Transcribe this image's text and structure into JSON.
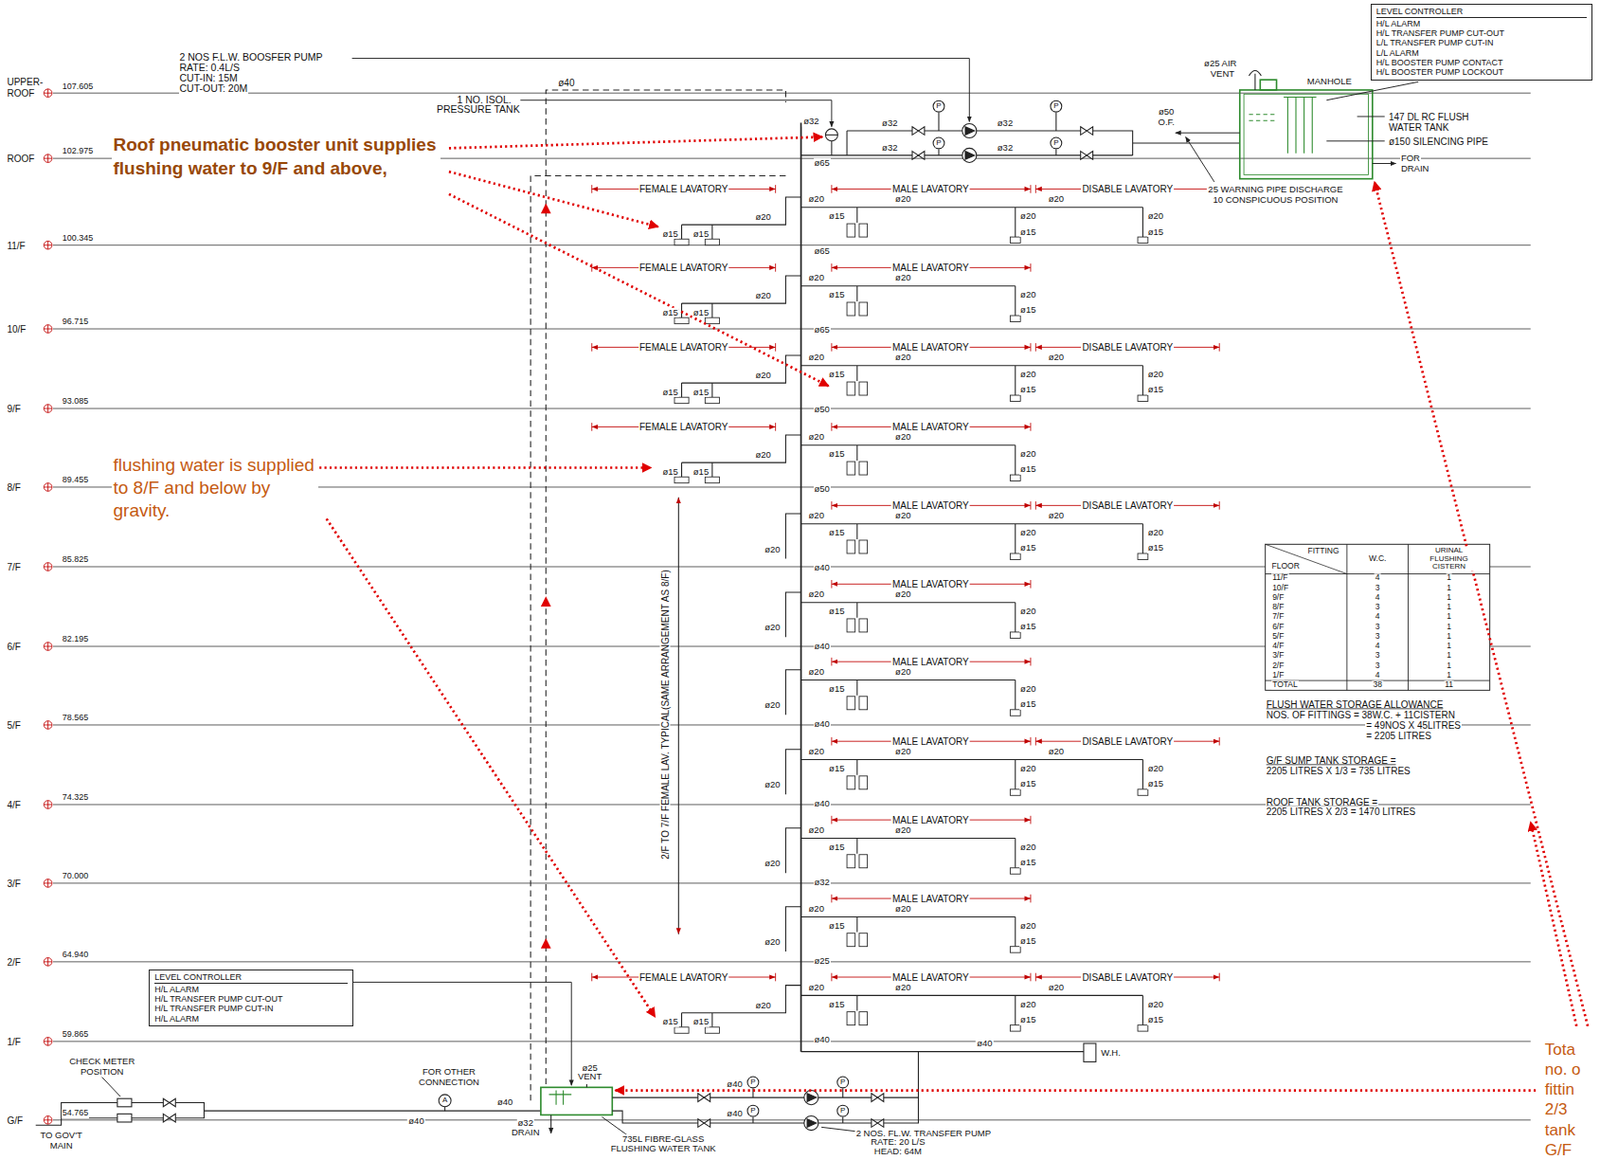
{
  "diagram": {
    "nodes": [
      {
        "text": [
          "LEVEL CONTROLLER",
          "H/L ALARM",
          "H/L TRANSFER PUMP CUT-OUT",
          "L/L TRANSFER PUMP CUT-IN",
          "L/L ALARM",
          "H/L BOOSTER PUMP CONTACT",
          "H/L BOOSTER PUMP LOCKOUT"
        ]
      },
      {
        "text": [
          "LEVEL CONTROLLER",
          "H/L ALARM",
          "H/L TRANSFER PUMP CUT-OUT",
          "H/L TRANSFER PUMP CUT-IN",
          "H/L ALARM"
        ]
      }
    ],
    "labels": [
      "2 NOS F.L.W. BOOSFER PUMP",
      "RATE: 0.4L/S",
      "CUT-IN: 15M",
      "CUT-OUT: 20M",
      "1 NO. ISOL.",
      "PRESSURE TANK",
      "ø40",
      "ø32",
      "ø32",
      "ø32",
      "ø32",
      "ø32",
      "ø65",
      "ø50",
      "O.F.",
      "ø25 AIR",
      "VENT",
      "MANHOLE",
      "147 DL RC FLUSH",
      "WATER TANK",
      "ø150 SILENCING PIPE",
      "FOR",
      "DRAIN",
      "25 WARNING PIPE DISCHARGE",
      "10 CONSPICUOUS POSITION",
      "UPPER-",
      "ROOF",
      "107.605",
      "ROOF",
      "102.975",
      "11/F",
      "100.345",
      "10/F",
      "96.715",
      "9/F",
      "93.085",
      "8/F",
      "89.455",
      "7/F",
      "85.825",
      "6/F",
      "82.195",
      "5/F",
      "78.565",
      "4/F",
      "74.325",
      "3/F",
      "70.000",
      "2/F",
      "64.940",
      "1/F",
      "59.865",
      "G/F",
      "54.765",
      "FEMALE LAVATORY",
      "ø20",
      "ø15",
      "ø15",
      "MALE LAVATORY",
      "ø20",
      "ø20",
      "ø15",
      "ø20",
      "ø15",
      "DISABLE LAVATORY",
      "ø20",
      "ø20",
      "ø15",
      "ø65",
      "FEMALE LAVATORY",
      "ø20",
      "ø15",
      "ø15",
      "MALE LAVATORY",
      "ø20",
      "ø20",
      "ø15",
      "ø20",
      "ø15",
      "ø65",
      "FEMALE LAVATORY",
      "ø20",
      "ø15",
      "ø15",
      "MALE LAVATORY",
      "ø20",
      "ø20",
      "ø15",
      "ø20",
      "ø15",
      "DISABLE LAVATORY",
      "ø20",
      "ø20",
      "ø15",
      "ø50",
      "FEMALE LAVATORY",
      "ø20",
      "ø15",
      "ø15",
      "MALE LAVATORY",
      "ø20",
      "ø20",
      "ø15",
      "ø20",
      "ø15",
      "ø50",
      "MALE LAVATORY",
      "ø20",
      "ø20",
      "ø15",
      "ø20",
      "ø15",
      "DISABLE LAVATORY",
      "ø20",
      "ø20",
      "ø15",
      "ø20",
      "ø40",
      "MALE LAVATORY",
      "ø20",
      "ø20",
      "ø15",
      "ø20",
      "ø15",
      "ø20",
      "ø40",
      "MALE LAVATORY",
      "ø20",
      "ø20",
      "ø15",
      "ø20",
      "ø15",
      "ø20",
      "ø40",
      "MALE LAVATORY",
      "ø20",
      "ø20",
      "ø15",
      "ø20",
      "ø15",
      "DISABLE LAVATORY",
      "ø20",
      "ø20",
      "ø15",
      "ø20",
      "ø40",
      "MALE LAVATORY",
      "ø20",
      "ø20",
      "ø15",
      "ø20",
      "ø15",
      "ø20",
      "ø32",
      "MALE LAVATORY",
      "ø20",
      "ø20",
      "ø15",
      "ø20",
      "ø15",
      "ø20",
      "ø25",
      "FEMALE LAVATORY",
      "ø20",
      "ø15",
      "ø15",
      "MALE LAVATORY",
      "ø20",
      "ø20",
      "ø15",
      "ø20",
      "ø15",
      "DISABLE LAVATORY",
      "ø20",
      "ø20",
      "ø15",
      "ø40",
      "2/F TO 7/F FEMALE LAV. TYPICAL(SAME ARRANGEMENT AS 8/F)",
      "FOR OTHER",
      "CONNECTION",
      "A",
      "CHECK METER",
      "POSITION",
      "TO GOV'T",
      "MAIN",
      "ø40",
      "ø40",
      "ø25",
      "VENT",
      "ø32",
      "DRAIN",
      "735L FIBRE-GLASS",
      "FLUSHING WATER TANK",
      "2 NOS. FL.W. TRANSFER PUMP",
      "RATE: 20 L/S",
      "HEAD: 64M",
      "ø40",
      "ø40",
      "ø40",
      "W.H.",
      "FITTING",
      "FLOOR",
      "W.C.",
      "URINAL FLUSHING CISTERN",
      "11/F",
      "4",
      "1",
      "10/F",
      "3",
      "1",
      "9/F",
      "4",
      "1",
      "8/F",
      "3",
      "1",
      "7/F",
      "4",
      "1",
      "6/F",
      "3",
      "1",
      "5/F",
      "3",
      "1",
      "4/F",
      "4",
      "1",
      "3/F",
      "3",
      "1",
      "2/F",
      "3",
      "1",
      "1/F",
      "4",
      "1",
      "TOTAL",
      "38",
      "11",
      "FLUSH WATER STORAGE ALLOWANCE",
      "NOS. OF FITTINGS = 38W.C. + 11CISTERN",
      "= 49NOS X 45LITRES",
      "= 2205 LITRES",
      "G/F SUMP TANK STORAGE =",
      "2205 LITRES X 1/3 = 735 LITRES",
      "ROOF TANK STORAGE =",
      "2205 LITRES X 2/3 = 1470 LITRES",
      "Roof pneumatic booster unit supplies flushing water to 9/F and above,",
      "flushing water is supplied to 8/F and below by gravity.",
      "Tota no. o fittin 2/3 tank G/F",
      "P",
      "P",
      "P",
      "P",
      "P",
      "P",
      "P",
      "P"
    ]
  }
}
